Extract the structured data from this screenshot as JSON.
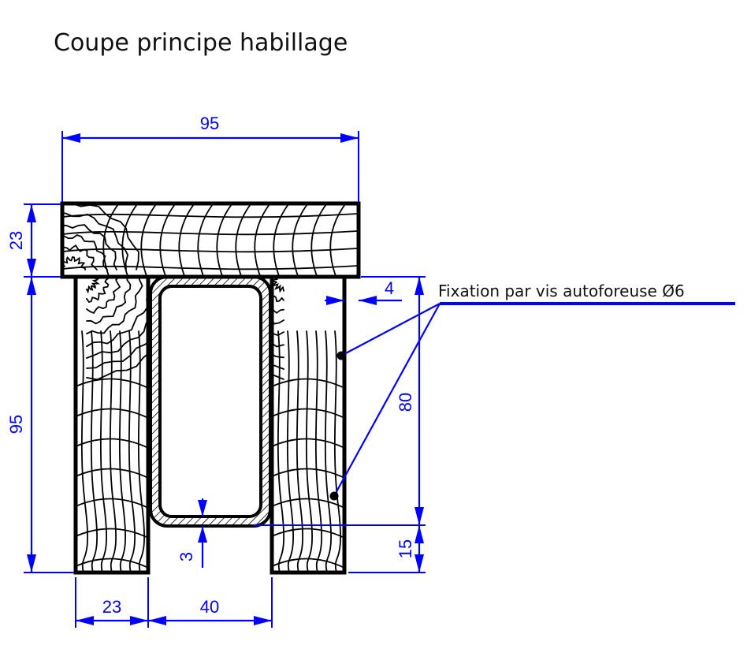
{
  "title": "Coupe principe habillage",
  "annotation": "Fixation par vis autoforeuse Ø6",
  "dimensions": {
    "top_width": "95",
    "top_thickness": "23",
    "left_height": "95",
    "inner_height": "80",
    "bottom_offset": "15",
    "gap": "4",
    "tube_wall": "3",
    "side_width": "23",
    "tube_width": "40"
  },
  "colors": {
    "dimension": "#0000ff",
    "outline": "#000000"
  }
}
